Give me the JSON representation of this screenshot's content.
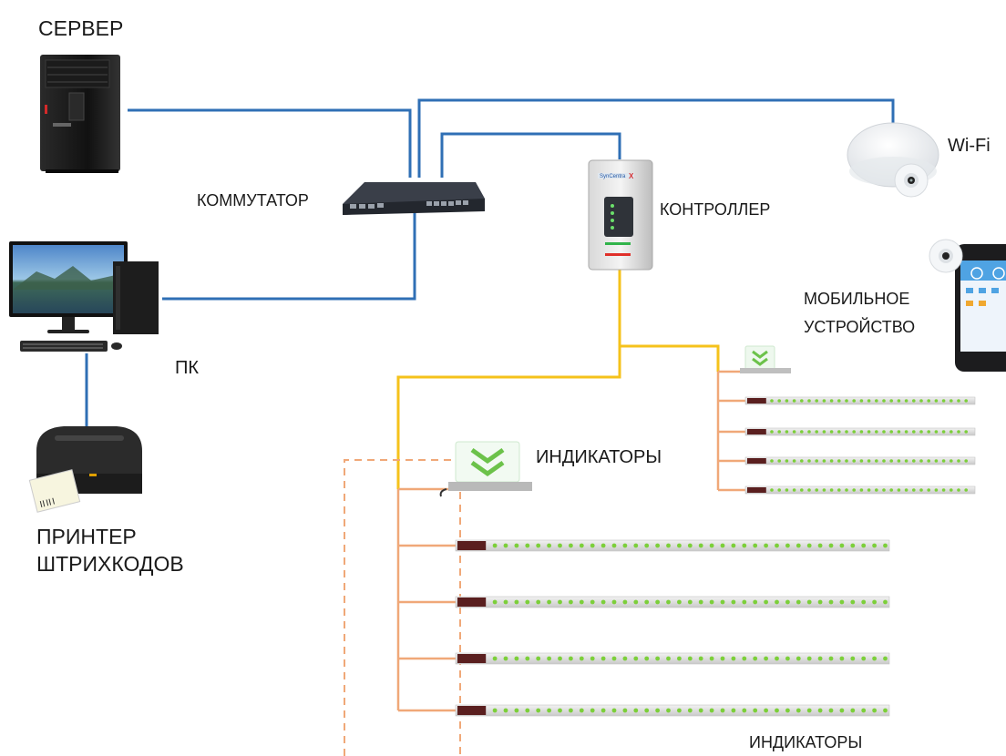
{
  "labels": {
    "server": "СЕРВЕР",
    "switch": "КОММУТАТОР",
    "controller": "КОНТРОЛЛЕР",
    "wifi": "Wi-Fi",
    "mobile_line1": "МОБИЛЬНОЕ",
    "mobile_line2": "УСТРОЙСТВО",
    "pc": "ПК",
    "printer_line1": "ПРИНТЕР",
    "printer_line2": "ШТРИХКОДОВ",
    "indicators_top": "ИНДИКАТОРЫ",
    "indicators_bottom": "ИНДИКАТОРЫ"
  },
  "colors": {
    "ethernet": "#2f6fb5",
    "bus": "#f5c21b",
    "branch": "#f0a878",
    "dashed": "#f0a878",
    "led": "#7ccf3a"
  }
}
